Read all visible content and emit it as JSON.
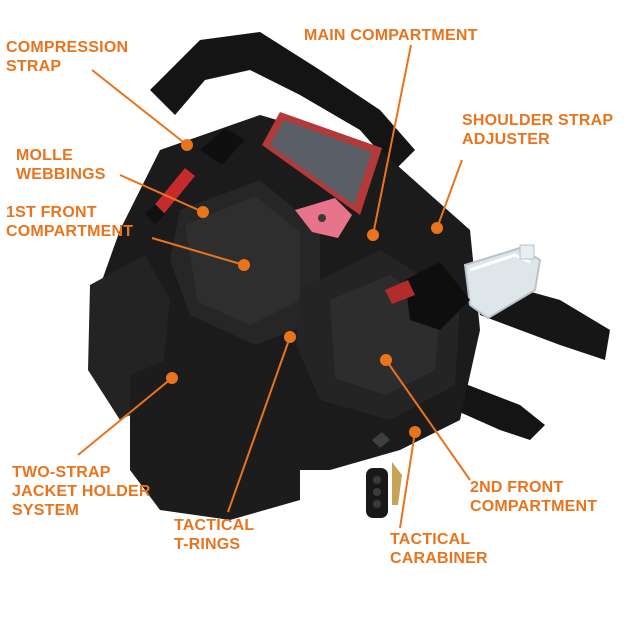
{
  "accent_color": "#e8741e",
  "labels": {
    "compression_strap": [
      "COMPRESSION",
      "STRAP"
    ],
    "main_compartment": [
      "MAIN COMPARTMENT"
    ],
    "shoulder_strap_adjuster": [
      "SHOULDER STRAP",
      "ADJUSTER"
    ],
    "molle_webbings": [
      "MOLLE",
      "WEBBINGS"
    ],
    "first_front_compartment": [
      "1ST FRONT",
      "COMPARTMENT"
    ],
    "two_strap_jacket_holder": [
      "TWO-STRAP",
      "JACKET HOLDER",
      "SYSTEM"
    ],
    "tactical_t_rings": [
      "TACTICAL",
      "T-RINGS"
    ],
    "second_front_compartment": [
      "2ND FRONT",
      "COMPARTMENT"
    ],
    "tactical_carabiner": [
      "TACTICAL",
      "CARABINER"
    ]
  }
}
